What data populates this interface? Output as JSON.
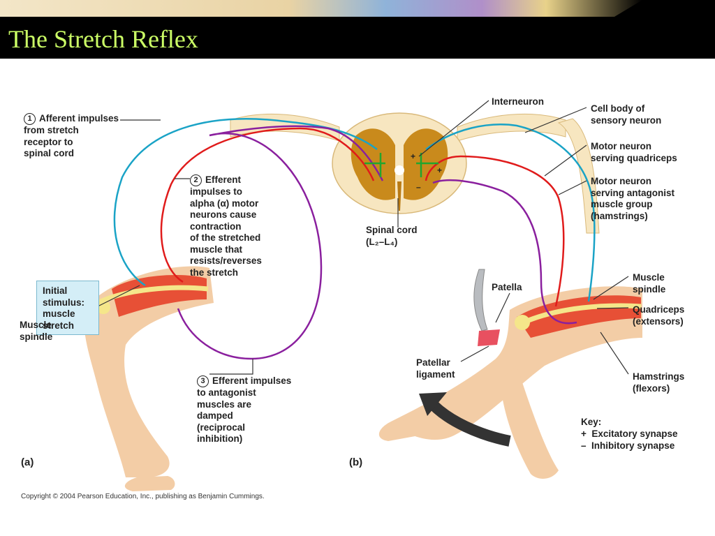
{
  "slide": {
    "title": "The Stretch Reflex"
  },
  "labels": {
    "step1": {
      "num": "1",
      "text": "Afferent impulses\nfrom stretch\nreceptor to\nspinal cord"
    },
    "step2": {
      "num": "2",
      "text": "Efferent\nimpulses to\nalpha (α) motor\nneurons cause\ncontraction\nof the stretched\nmuscle that\nresists/reverses\nthe stretch"
    },
    "step3": {
      "num": "3",
      "text": "Efferent impulses\nto antagonist\nmuscles are\ndamped\n(reciprocal\ninhibition)"
    },
    "initial_stimulus": "Initial\nstimulus:\nmuscle\nstretch",
    "muscle_spindle_a": "Muscle\nspindle",
    "interneuron": "Interneuron",
    "cell_body": "Cell body of\nsensory neuron",
    "motor_quadriceps": "Motor neuron\nserving quadriceps",
    "motor_antagonist": "Motor neuron\nserving antagonist\nmuscle group\n(hamstrings)",
    "spinal_cord": "Spinal cord\n(L₂–L₄)",
    "patella": "Patella",
    "patellar_ligament": "Patellar\nligament",
    "muscle_spindle_b": "Muscle\nspindle",
    "quadriceps": "Quadriceps\n(extensors)",
    "hamstrings": "Hamstrings\n(flexors)",
    "plus_sign": "+",
    "minus_sign": "–"
  },
  "panels": {
    "a": "(a)",
    "b": "(b)"
  },
  "key": {
    "title": "Key:",
    "items": [
      {
        "sym": "+",
        "text": "Excitatory synapse"
      },
      {
        "sym": "–",
        "text": "Inhibitory synapse"
      }
    ]
  },
  "copyright": "Copyright © 2004 Pearson Education, Inc., publishing as Benjamin Cummings.",
  "colors": {
    "afferent": "#1aa3c6",
    "efferent": "#e01b1b",
    "inhibitory": "#8a1f9e",
    "interneuron": "#22a52e",
    "gray_matter": "#c98a1c",
    "white_matter": "#f7e6c0",
    "skin": "#f3cda6",
    "muscle": "#e6422a",
    "title": "#ccff66"
  }
}
